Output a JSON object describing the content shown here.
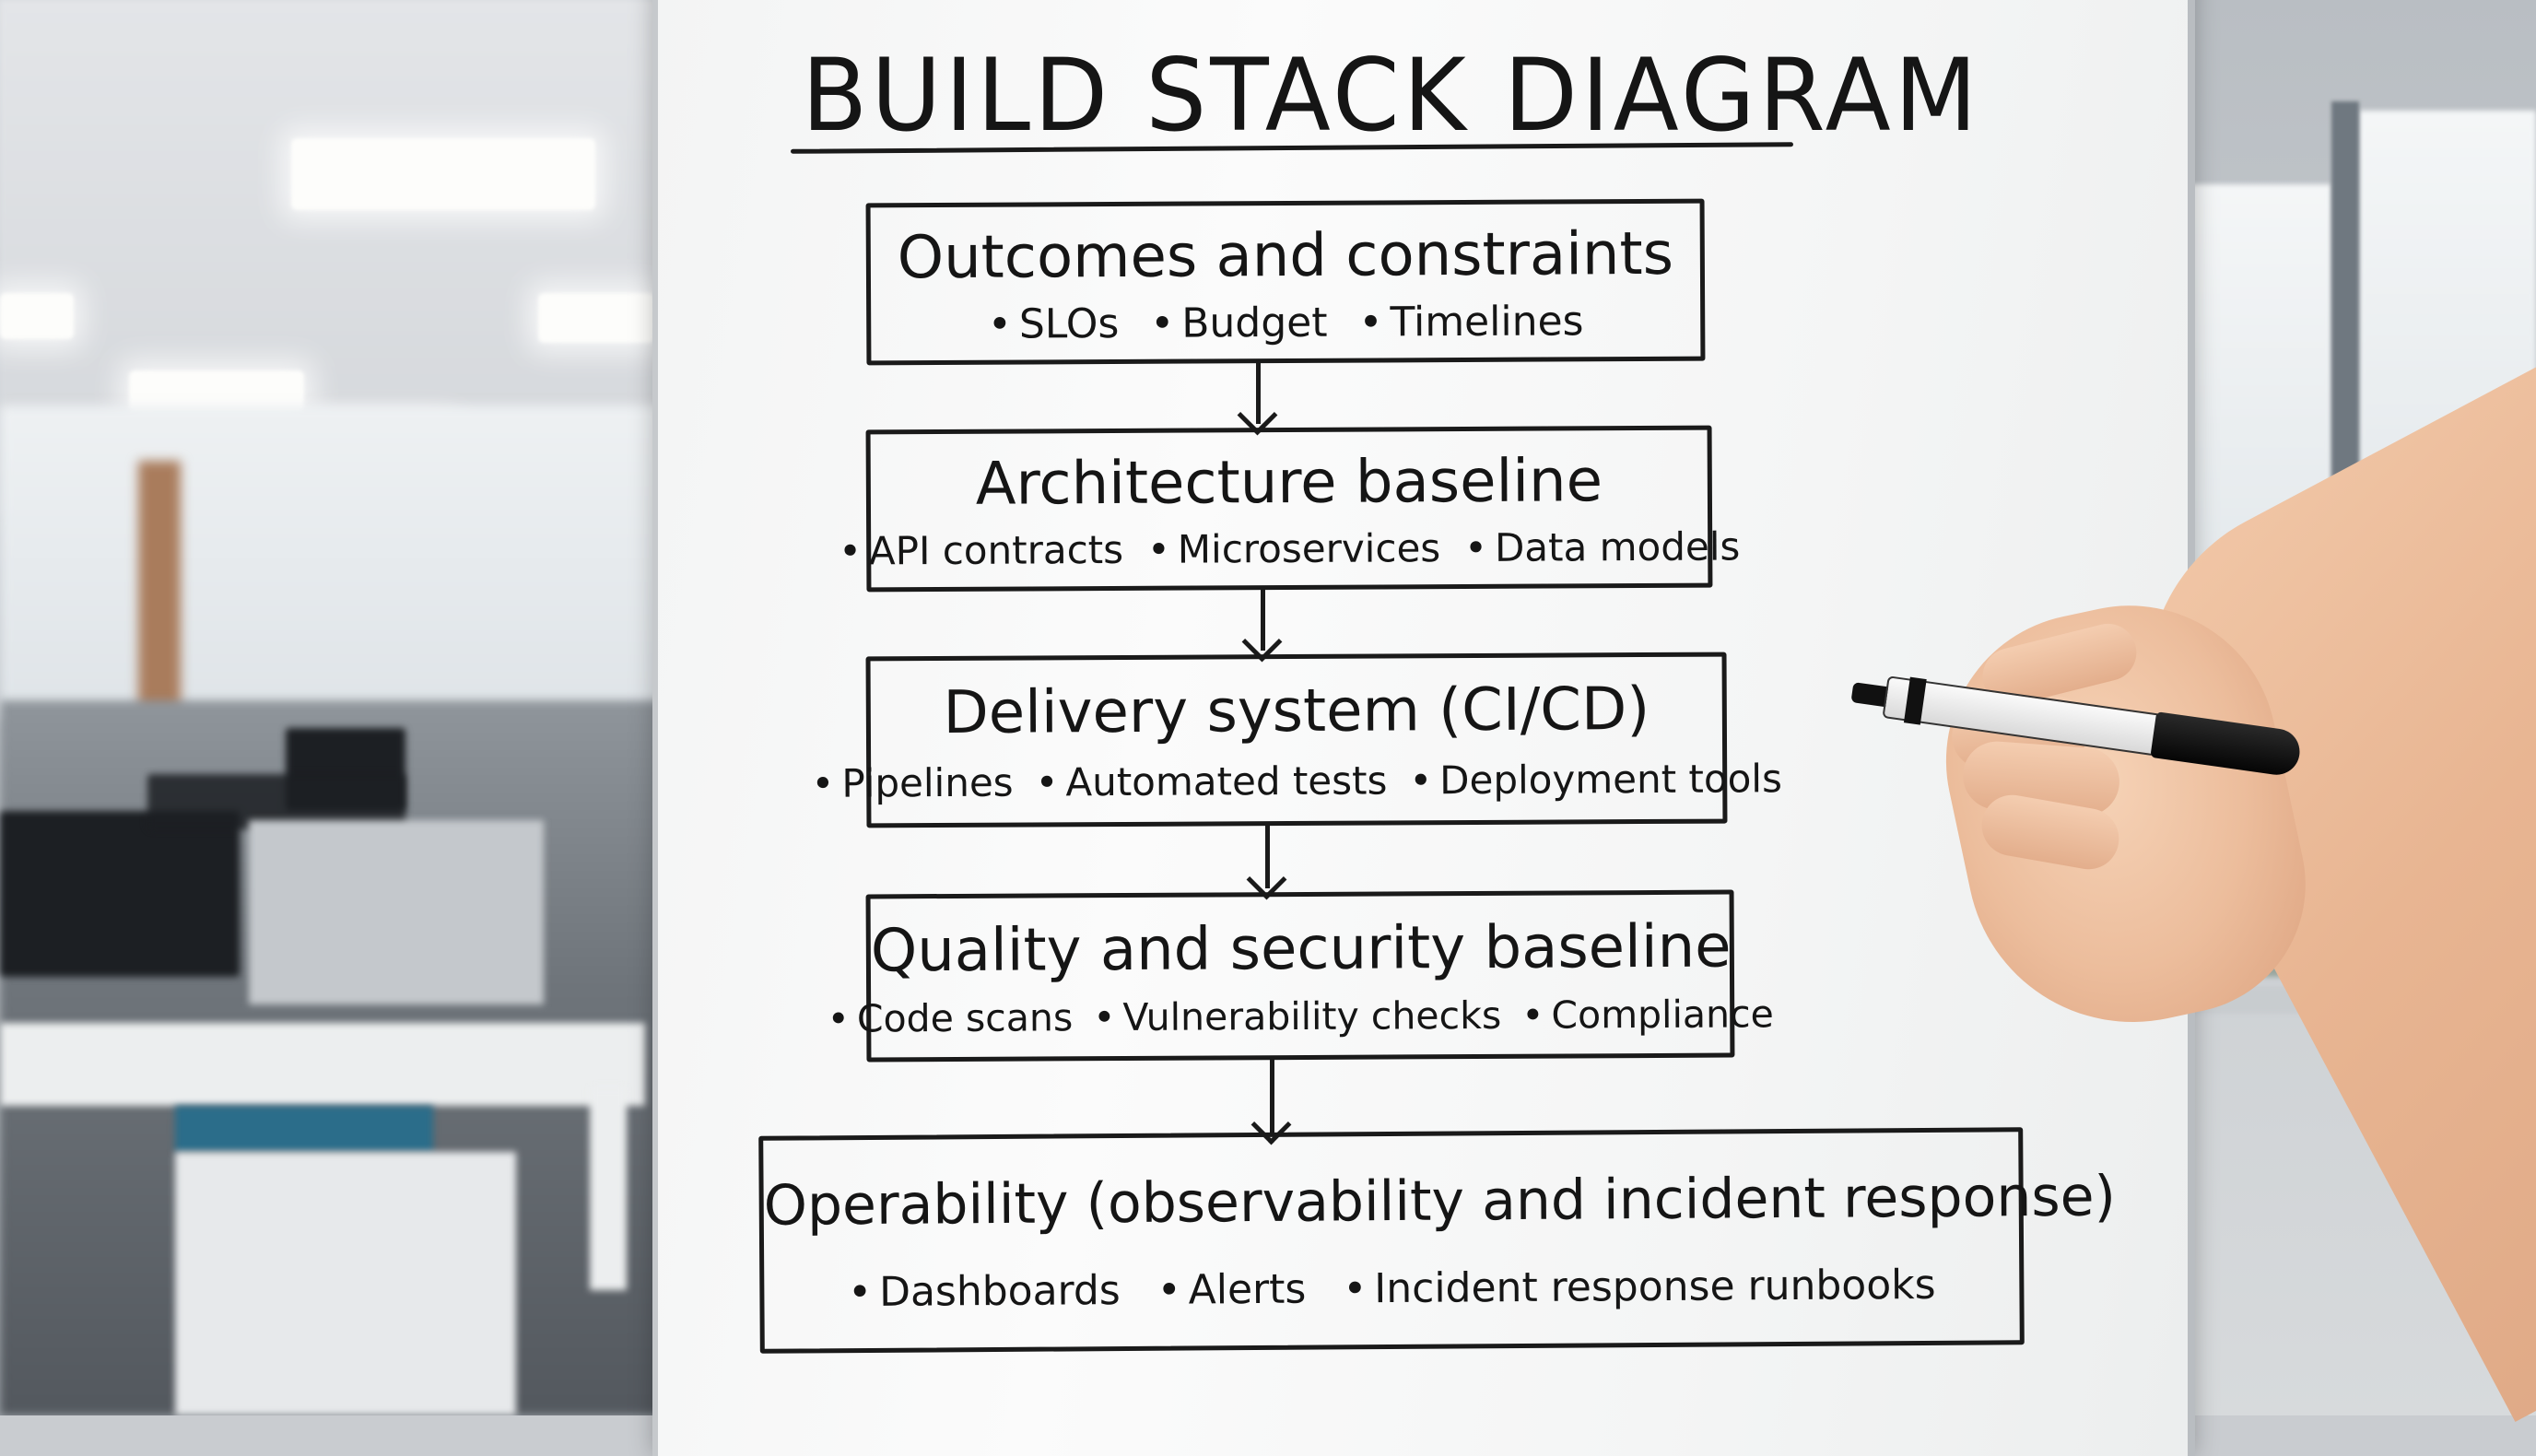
{
  "whiteboard": {
    "title": "BUILD STACK DIAGRAM",
    "boxes": [
      {
        "title": "Outcomes and constraints",
        "bullets": [
          "SLOs",
          "Budget",
          "Timelines"
        ]
      },
      {
        "title": "Architecture baseline",
        "bullets": [
          "API contracts",
          "Microservices",
          "Data models"
        ]
      },
      {
        "title": "Delivery system (CI/CD)",
        "bullets": [
          "Pipelines",
          "Automated tests",
          "Deployment tools"
        ]
      },
      {
        "title": "Quality and security baseline",
        "bullets": [
          "Code scans",
          "Vulnerability checks",
          "Compliance"
        ]
      },
      {
        "title": "Operability (observability and incident response)",
        "bullets": [
          "Dashboards",
          "Alerts",
          "Incident response runbooks"
        ]
      }
    ]
  },
  "colors": {
    "ink": "#151515",
    "board": "#f8f8f8",
    "skin": "#ecbd9c",
    "marker_cap": "#0b0b0b"
  },
  "icons": [
    "marker-pen-icon"
  ]
}
